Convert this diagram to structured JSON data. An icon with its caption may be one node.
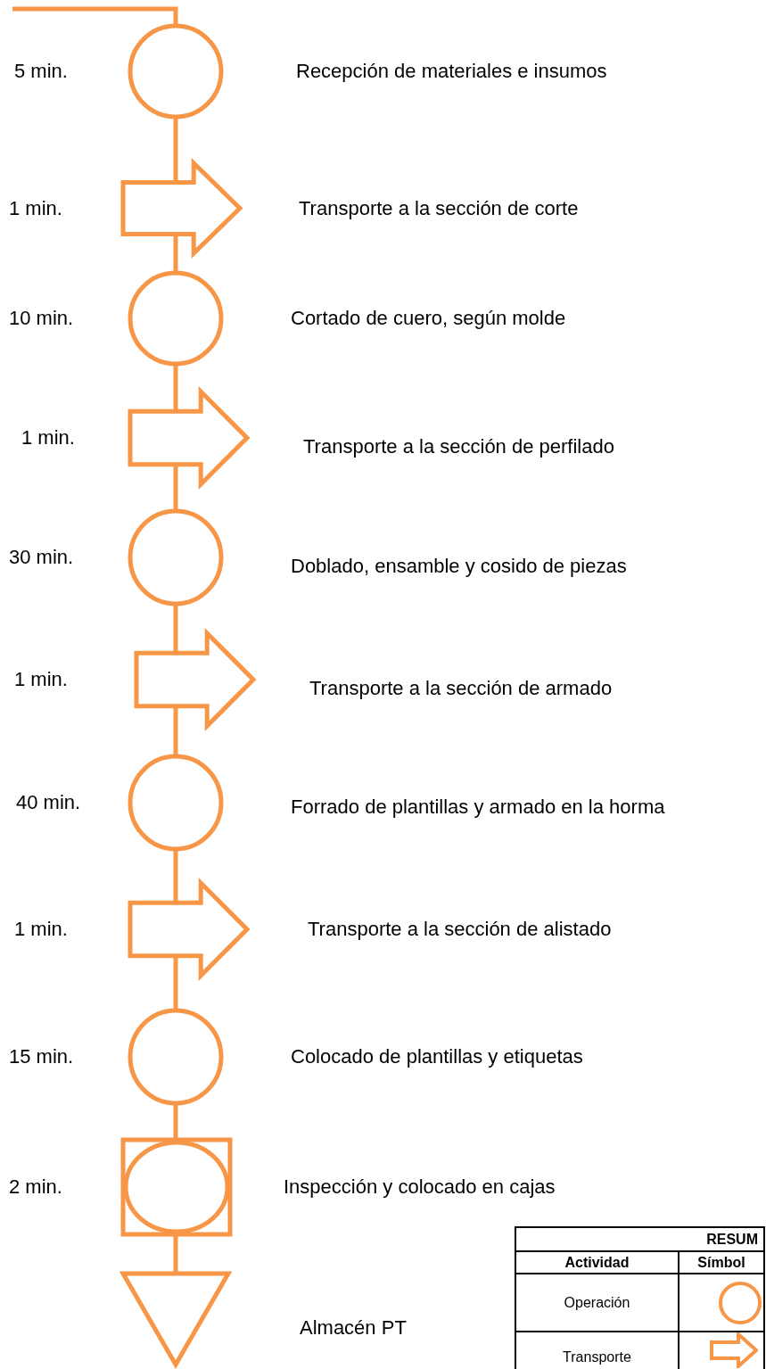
{
  "diagram": {
    "nodes": [
      {
        "text": [],
        "shape": "circle",
        "beside": [
          "5 min.",
          "Recepción de materiales e insumos"
        ]
      },
      {
        "text": [],
        "shape": "arrow",
        "beside": [
          "1 min.",
          "Transporte a la sección de corte"
        ]
      },
      {
        "text": [],
        "shape": "circle",
        "beside": [
          "10 min.",
          "Cortado de cuero, según molde"
        ]
      },
      {
        "text": [],
        "shape": "arrow",
        "beside": [
          "1 min.",
          "Transporte a la sección de perfilado"
        ]
      },
      {
        "text": [],
        "shape": "circle",
        "beside": [
          "30 min.",
          "Doblado, ensamble y cosido de piezas"
        ]
      },
      {
        "text": [],
        "shape": "arrow",
        "beside": [
          "1 min.",
          "Transporte a la sección de armado"
        ]
      },
      {
        "text": [],
        "shape": "circle",
        "beside": [
          "40 min.",
          "Forrado de plantillas y armado en la horma"
        ]
      },
      {
        "text": [],
        "shape": "arrow",
        "beside": [
          "1 min.",
          "Transporte a la sección de alistado"
        ]
      },
      {
        "text": [],
        "shape": "circle",
        "beside": [
          "15 min.",
          "Colocado de plantillas y etiquetas"
        ]
      },
      {
        "text": [],
        "shape": "box",
        "beside": [
          "2 min.",
          "Inspección y colocado en cajas"
        ]
      },
      {
        "text": [],
        "shape": "triangle",
        "beside": [
          "Almacén PT"
        ]
      }
    ],
    "edges": [
      {
        "from": null,
        "to": 0,
        "arrow": "none"
      },
      {
        "from": 0,
        "to": 1,
        "arrow": "none"
      },
      {
        "from": 1,
        "to": 2,
        "arrow": "none"
      },
      {
        "from": 2,
        "to": 3,
        "arrow": "none"
      },
      {
        "from": 3,
        "to": 4,
        "arrow": "none"
      },
      {
        "from": 4,
        "to": 5,
        "arrow": "none"
      },
      {
        "from": 5,
        "to": 6,
        "arrow": "none"
      },
      {
        "from": 6,
        "to": 7,
        "arrow": "none"
      },
      {
        "from": 7,
        "to": 8,
        "arrow": "none"
      },
      {
        "from": 8,
        "to": 9,
        "arrow": "none"
      },
      {
        "from": 9,
        "to": 10,
        "arrow": "none"
      }
    ],
    "labels": [
      "RESUM",
      "Actividad",
      "Símbol",
      "Operación",
      "Transporte"
    ]
  }
}
